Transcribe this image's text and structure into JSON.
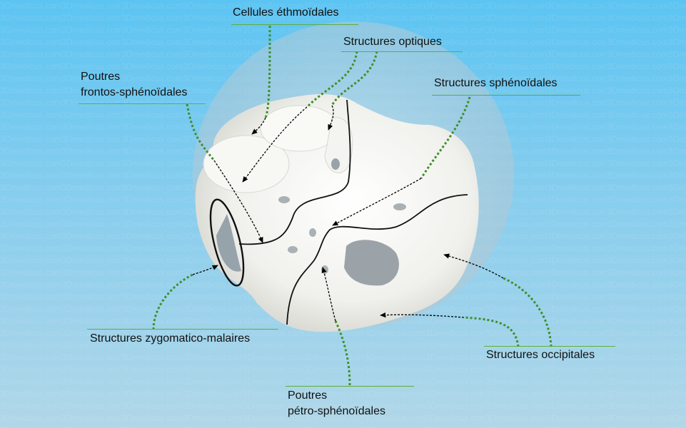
{
  "watermark": "3Dmedicus.com",
  "colors": {
    "background_top": "#5cc4f2",
    "background_bottom": "#b1d7e8",
    "bone": "#f2f2ef",
    "halo": "#c9d2d8",
    "leader_line": "#3f8f2a",
    "underline": "#5fae3a",
    "outline": "#111111"
  },
  "labels": {
    "ethmoid": "Cellules éthmoïdales",
    "optic": "Structures optiques",
    "fronto_line1": "Poutres",
    "fronto_line2": "frontos-sphénoïdales",
    "sphenoid": "Structures sphénoïdales",
    "zygomatic": "Structures zygomatico-malaires",
    "occipital": "Structures occipitales",
    "petro_line1": "Poutres",
    "petro_line2": "pétro-sphénoïdales"
  }
}
